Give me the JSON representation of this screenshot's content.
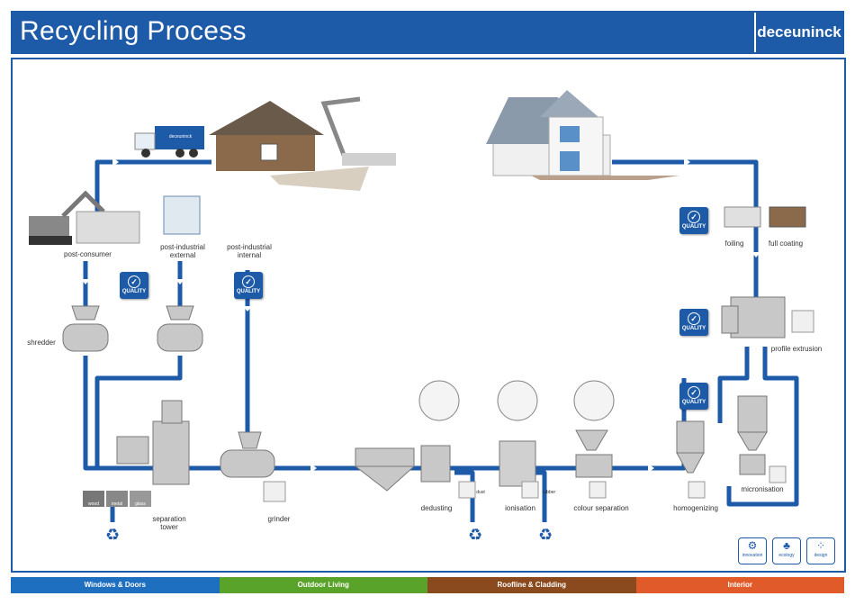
{
  "header": {
    "title": "Recycling Process",
    "brand": "deceuninck"
  },
  "quality_label": "QUALITY",
  "labels": {
    "post_consumer": "post-consumer",
    "post_industrial_external": "post-industrial\nexternal",
    "post_industrial_internal": "post-industrial\ninternal",
    "shredder": "shredder",
    "separation_tower": "separation\ntower",
    "grinder": "grinder",
    "dedusting": "dedusting",
    "ionisation": "ionisation",
    "colour_separation": "colour separation",
    "homogenizing": "homogenizing",
    "micronisation": "micronisation",
    "profile_extrusion": "profile extrusion",
    "foiling": "foiling",
    "full_coating": "full coating",
    "wood": "wood",
    "metal": "metal",
    "glass": "glass",
    "dust": "dust",
    "rubber": "rubber",
    "truck_text": "deceuninck"
  },
  "badges": [
    {
      "icon": "innovation-icon",
      "label": "innovation"
    },
    {
      "icon": "ecology-icon",
      "label": "ecology"
    },
    {
      "icon": "design-icon",
      "label": "design"
    }
  ],
  "footer": [
    {
      "label": "Windows & Doors",
      "color": "#1f6fc0"
    },
    {
      "label": "Outdoor Living",
      "color": "#5aa32a"
    },
    {
      "label": "Roofline & Cladding",
      "color": "#8a4a1e"
    },
    {
      "label": "Interior",
      "color": "#e05a2a"
    }
  ],
  "colors": {
    "accent": "#1d5aa8",
    "pipe": "#1d5aa8"
  }
}
